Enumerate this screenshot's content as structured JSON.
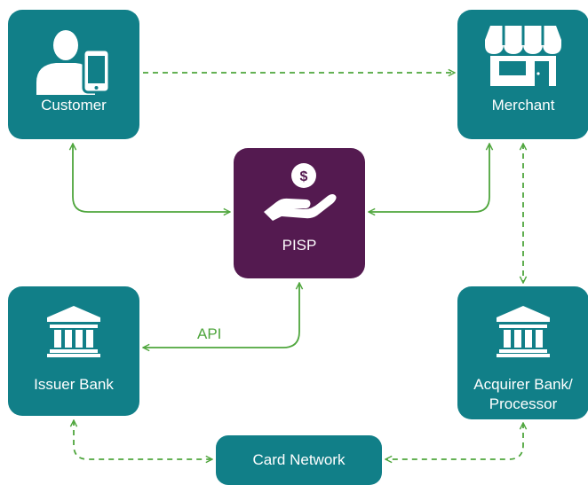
{
  "nodes": {
    "customer": {
      "label": "Customer"
    },
    "merchant": {
      "label": "Merchant"
    },
    "pisp": {
      "label": "PISP"
    },
    "issuer": {
      "label": "Issuer Bank"
    },
    "acquirer": {
      "label_line1": "Acquirer Bank/",
      "label_line2": "Processor"
    },
    "card_network": {
      "label": "Card Network"
    }
  },
  "edges": {
    "api_label": "API"
  },
  "icons": {
    "customer": "person-with-phone-icon",
    "merchant": "storefront-icon",
    "pisp": "hand-holding-coin-icon",
    "issuer": "bank-building-icon",
    "acquirer": "bank-building-icon"
  },
  "colors": {
    "node_teal": "#117f88",
    "node_purple": "#541a50",
    "connector_green": "#4fa63d",
    "text": "#ffffff"
  }
}
